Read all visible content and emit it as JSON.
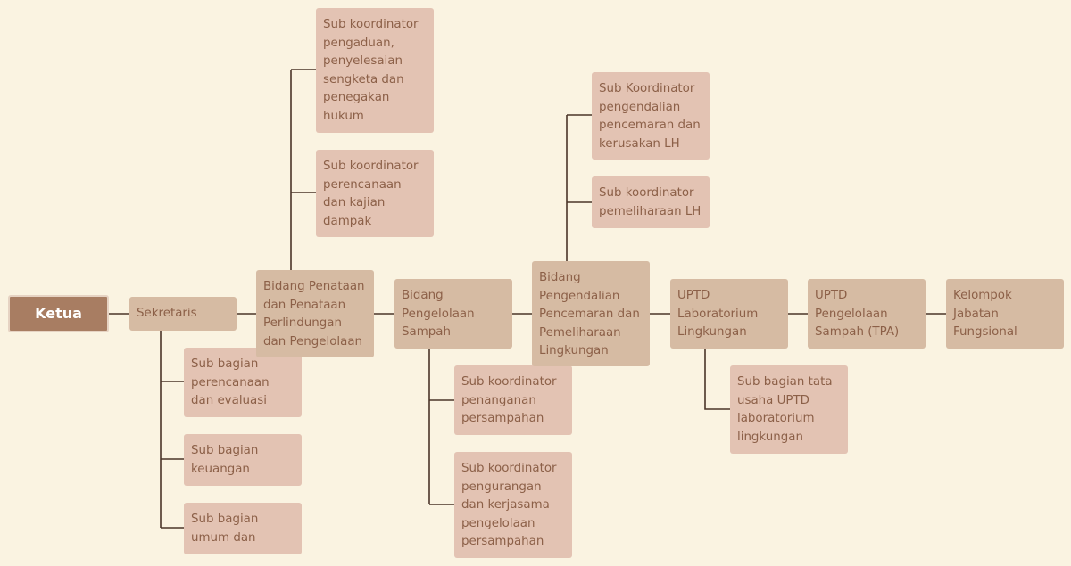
{
  "diagram": {
    "root": "Ketua",
    "sekretaris": {
      "label": "Sekretaris",
      "children": [
        "Sub bagian perencanaan dan evaluasi",
        "Sub bagian keuangan",
        "Sub bagian umum dan"
      ]
    },
    "bidang_penataan": {
      "label": "Bidang Penataan dan Penataan Perlindungan dan Pengelolaan",
      "children": [
        "Sub koordinator pengaduan, penyelesaian sengketa dan penegakan hukum",
        "Sub koordinator perencanaan dan kajian dampak"
      ]
    },
    "bidang_sampah": {
      "label": "Bidang Pengelolaan Sampah",
      "children": [
        "Sub koordinator penanganan persampahan",
        "Sub koordinator pengurangan dan kerjasama pengelolaan persampahan"
      ]
    },
    "bidang_pengendalian": {
      "label": "Bidang Pengendalian Pencemaran dan Pemeliharaan Lingkungan",
      "children": [
        "Sub Koordinator pengendalian pencemaran dan kerusakan LH",
        "Sub koordinator pemeliharaan LH"
      ]
    },
    "uptd_lab": {
      "label": "UPTD Laboratorium Lingkungan",
      "children": [
        "Sub bagian tata usaha UPTD laboratorium lingkungan"
      ]
    },
    "uptd_tpa": {
      "label": "UPTD Pengelolaan Sampah (TPA)"
    },
    "kelompok": {
      "label": "Kelompok Jabatan Fungsional"
    }
  },
  "colors": {
    "background": "#faf3e1",
    "root_fill": "#a87d62",
    "main_fill": "#d6bba3",
    "sub_fill": "#e3c3b3",
    "text": "#8c6048",
    "connector": "#4a3428"
  }
}
